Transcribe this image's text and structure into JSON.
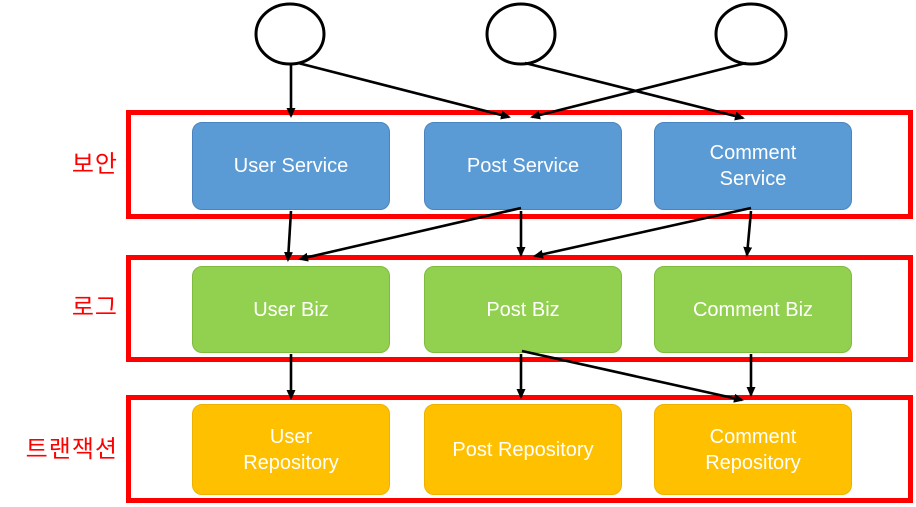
{
  "diagram": {
    "actors": [
      "actor-1",
      "actor-2",
      "actor-3"
    ],
    "layers": [
      {
        "id": "security",
        "label": "보안",
        "box_color": "#5B9BD5",
        "boxes": [
          "User Service",
          "Post Service",
          "Comment\nService"
        ]
      },
      {
        "id": "log",
        "label": "로그",
        "box_color": "#92D050",
        "boxes": [
          "User Biz",
          "Post Biz",
          "Comment Biz"
        ]
      },
      {
        "id": "transaction",
        "label": "트랜잭션",
        "box_color": "#FFC000",
        "boxes": [
          "User\nRepository",
          "Post Repository",
          "Comment\nRepository"
        ]
      }
    ],
    "connections": [
      {
        "from": "actor-1",
        "to": "User Service"
      },
      {
        "from": "actor-1",
        "to": "Post Service"
      },
      {
        "from": "actor-2",
        "to": "Comment Service"
      },
      {
        "from": "actor-3",
        "to": "Post Service"
      },
      {
        "from": "User Service",
        "to": "User Biz"
      },
      {
        "from": "Post Service",
        "to": "User Biz"
      },
      {
        "from": "Post Service",
        "to": "Post Biz"
      },
      {
        "from": "Comment Service",
        "to": "Post Biz"
      },
      {
        "from": "Comment Service",
        "to": "Comment Biz"
      },
      {
        "from": "User Biz",
        "to": "User Repository"
      },
      {
        "from": "Post Biz",
        "to": "Post Repository"
      },
      {
        "from": "Post Biz",
        "to": "Comment Repository"
      },
      {
        "from": "Comment Biz",
        "to": "Comment Repository"
      }
    ],
    "colors": {
      "frame": "#FF0000",
      "label_text": "#FF0000",
      "box_text": "#FFFFFF",
      "line": "#000000",
      "background": "#FFFFFF"
    }
  }
}
